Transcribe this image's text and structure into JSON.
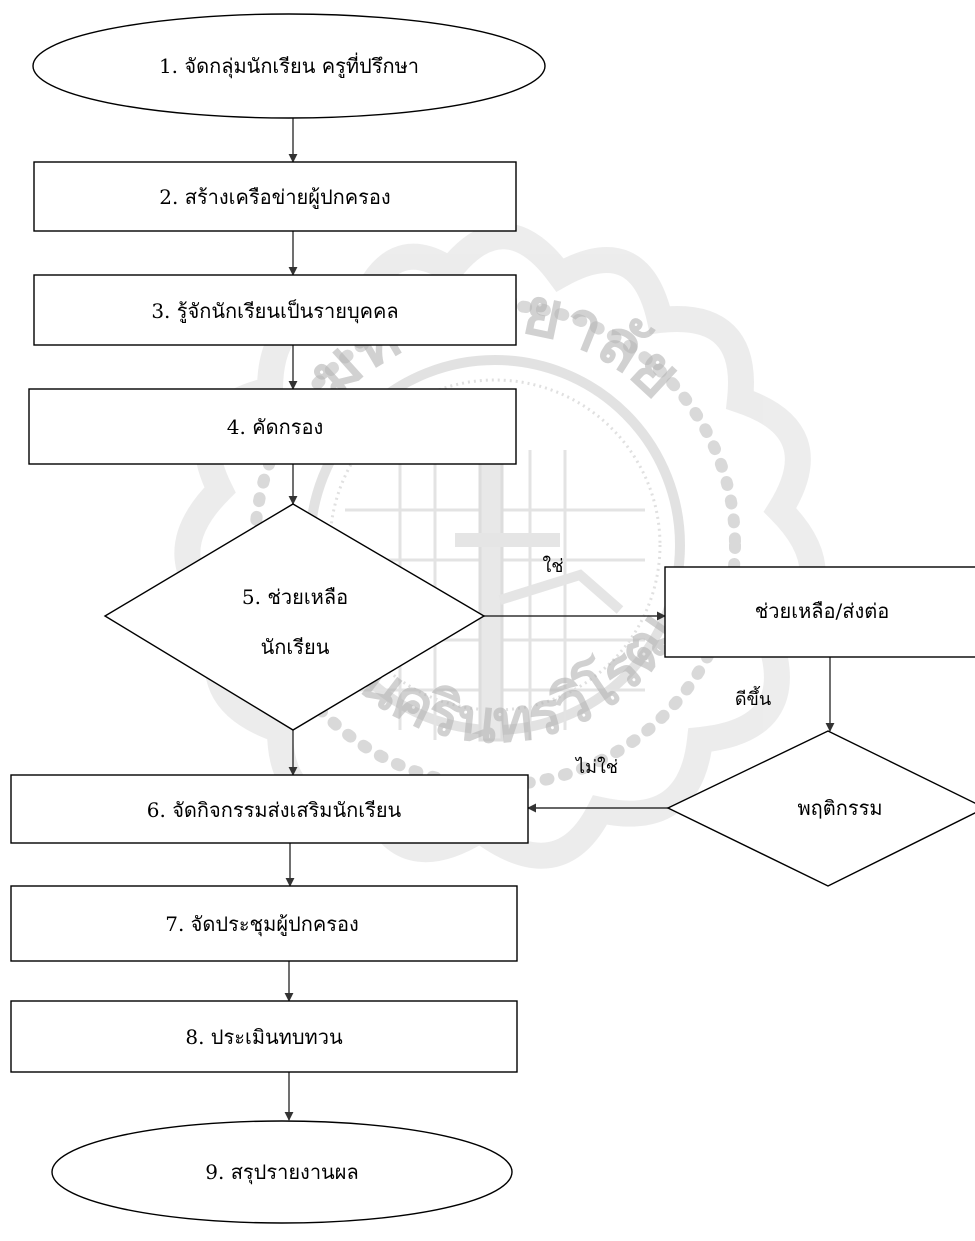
{
  "diagram": {
    "nodes": {
      "n1": "1. จัดกลุ่มนักเรียน ครูที่ปรึกษา",
      "n2": "2. สร้างเครือข่ายผู้ปกครอง",
      "n3": "3. รู้จักนักเรียนเป็นรายบุคคล",
      "n4": "4. คัดกรอง",
      "n5_line1": "5. ช่วยเหลือ",
      "n5_line2": "นักเรียน",
      "help": "ช่วยเหลือ/ส่งต่อ",
      "behavior": "พฤติกรรม",
      "n6": "6. จัดกิจกรรมส่งเสริมนักเรียน",
      "n7": "7. จัดประชุมผู้ปกครอง",
      "n8": "8. ประเมินทบทวน",
      "n9": "9. สรุปรายงานผล"
    },
    "edges": {
      "yes": "ใช่",
      "improved": "ดีขึ้น",
      "no": "ไม่ใช่"
    }
  },
  "watermark": {
    "type": "university-seal",
    "arc_text_top": "มหาวิทยาลัย",
    "arc_text_bottom": "ศรีนครินทรวิโรฒ",
    "color": "#b9b9b9"
  }
}
